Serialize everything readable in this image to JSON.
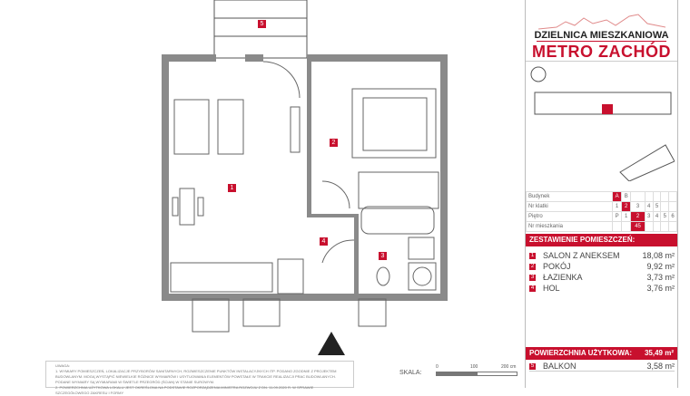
{
  "logo": {
    "line1": "DZIELNICA MIESZKANIOWA",
    "line2": "METRO ZACHÓD"
  },
  "info_table": [
    {
      "label": "Budynek",
      "cells": [
        "A",
        "B"
      ],
      "selected": "A"
    },
    {
      "label": "Nr klatki",
      "cells": [
        "1",
        "2",
        "3",
        "4",
        "5"
      ],
      "selected": "2"
    },
    {
      "label": "Piętro",
      "cells": [
        "P",
        "1",
        "2",
        "3",
        "4",
        "5",
        "6"
      ],
      "selected": "2"
    },
    {
      "label": "Nr mieszkania",
      "cells": [
        "45"
      ],
      "selected": "45"
    }
  ],
  "rooms_header": "ZESTAWIENIE POMIESZCZEŃ:",
  "rooms": [
    {
      "num": "1",
      "name": "SALON Z ANEKSEM",
      "area": "18,08 m²"
    },
    {
      "num": "2",
      "name": "POKÓJ",
      "area": "9,92 m²"
    },
    {
      "num": "3",
      "name": "ŁAZIENKA",
      "area": "3,73 m²"
    },
    {
      "num": "4",
      "name": "HOL",
      "area": "3,76 m²"
    }
  ],
  "total": {
    "label": "POWIERZCHNIA UŻYTKOWA:",
    "area": "35,49 m²"
  },
  "balcony": {
    "num": "5",
    "name": "BALKON",
    "area": "3,58 m²"
  },
  "notes": {
    "title": "UWAGA:",
    "n1": "1. WYMIARY POMIESZCZEŃ, LOKALIZACJE PRZYBORÓW SANITARNYCH, ROZMIESZCZENIE PUNKTÓW INSTALACYJNYCH ITP. PODANO ZGODNIE Z PROJEKTEM BUDOWLANYM. MOGĄ WYSTĄPIĆ NIEWIELKIE RÓŻNICE WYMIARÓW I USYTUOWANIA ELEMENTÓW POWSTAŁE W TRAKCIE REALIZACJI PRAC BUDOWLANYCH. PODANE WYMIARY SĄ WYMIARAMI W ŚWIETLE PRZEGRÓD (ŚCIAN) W STANIE SUROWYM.",
    "n2": "2. POWIERZCHNIA UŻYTKOWA LOKALU JEST OKREŚLONA NA PODSTAWIE ROZPORZĄDZENIA MINISTRA ROZWOJU Z DN. 11.09.2020 R. W SPRAWIE SZCZEGÓŁOWEGO ZAKRESU I FORMY"
  },
  "scale": {
    "label": "SKALA:",
    "t0": "0",
    "t1": "100",
    "t2": "200 cm"
  },
  "plan_labels": [
    "1",
    "2",
    "3",
    "4",
    "5"
  ],
  "colors": {
    "accent": "#c8102e",
    "wall": "#888888"
  }
}
